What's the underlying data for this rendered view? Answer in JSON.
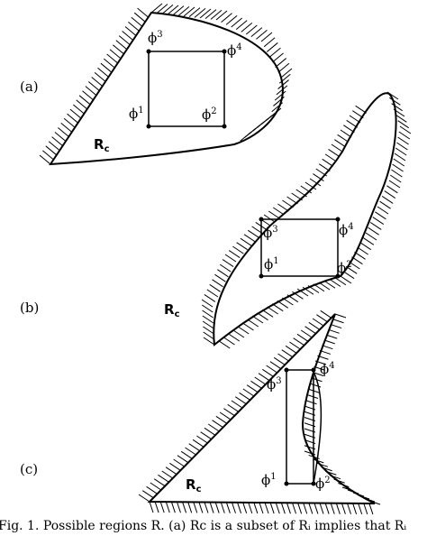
{
  "panels": [
    {
      "label": "(a)",
      "region": "R",
      "region_sub": "c",
      "corners": [
        {
          "sym": "ϕ",
          "sup": "3"
        },
        {
          "sym": "ϕ",
          "sup": "4"
        },
        {
          "sym": "ϕ",
          "sup": "1"
        },
        {
          "sym": "ϕ",
          "sup": "2"
        }
      ]
    },
    {
      "label": "(b)",
      "region": "R",
      "region_sub": "c",
      "corners": [
        {
          "sym": "ϕ",
          "sup": "3"
        },
        {
          "sym": "ϕ",
          "sup": "4"
        },
        {
          "sym": "ϕ",
          "sup": "1"
        },
        {
          "sym": "ϕ",
          "sup": "2"
        }
      ]
    },
    {
      "label": "(c)",
      "region": "R",
      "region_sub": "c",
      "corners": [
        {
          "sym": "ϕ",
          "sup": "3"
        },
        {
          "sym": "ϕ",
          "sup": "4"
        },
        {
          "sym": "ϕ",
          "sup": "1"
        },
        {
          "sym": "ϕ",
          "sup": "2"
        }
      ]
    }
  ],
  "caption": "Fig. 1.   Possible regions R. (a) Rс is a subset of Rᵢ implies that Rᵢ"
}
